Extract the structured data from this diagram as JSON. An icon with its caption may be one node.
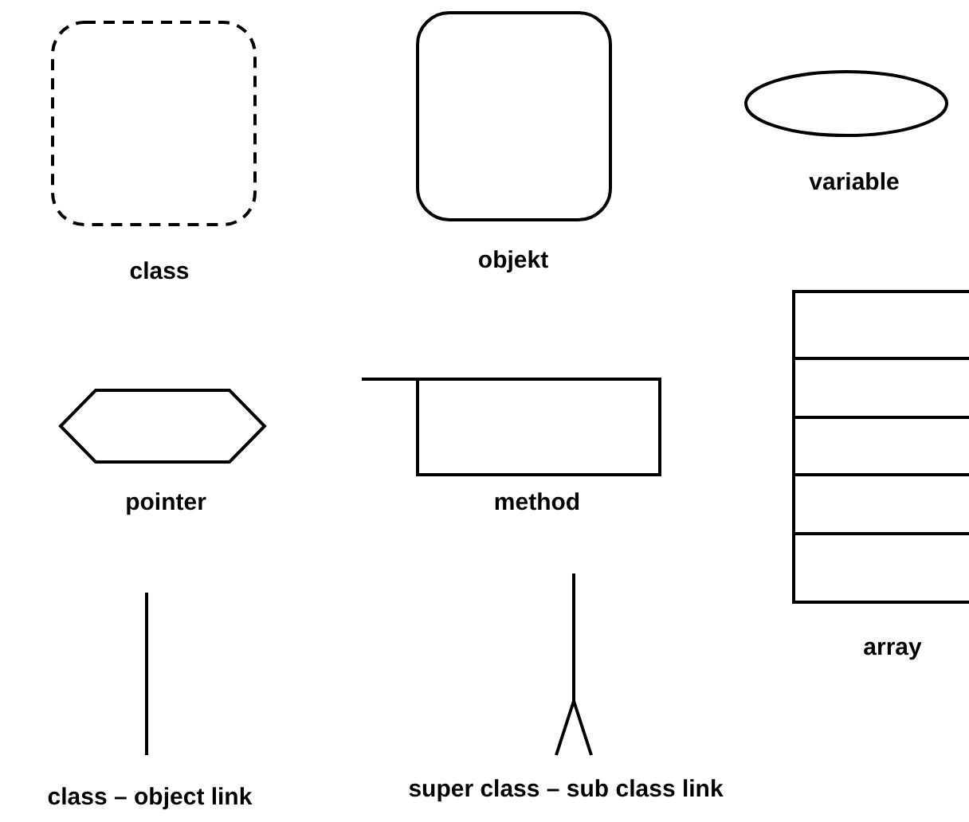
{
  "diagram": {
    "nodes": [
      {
        "text": [
          "class"
        ]
      },
      {
        "text": [
          "objekt"
        ]
      },
      {
        "text": [
          "variable"
        ]
      },
      {
        "text": [
          "pointer"
        ]
      },
      {
        "text": [
          "method"
        ]
      },
      {
        "text": [
          "array"
        ]
      }
    ],
    "labels": [
      "class – object link",
      "super class – sub class link"
    ]
  }
}
